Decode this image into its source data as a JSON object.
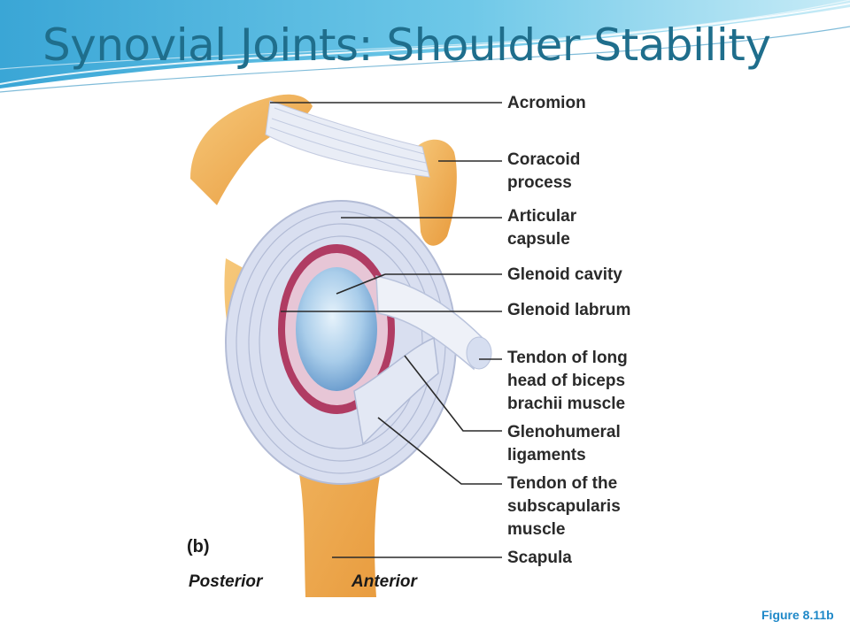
{
  "slide": {
    "title": "Synovial Joints: Shoulder Stability",
    "figure_caption": "Figure 8.11b"
  },
  "figure": {
    "panel_letter": "(b)",
    "views": {
      "posterior": "Posterior",
      "anterior": "Anterior"
    },
    "labels": {
      "acromion": [
        "Acromion"
      ],
      "coracoid": [
        "Coracoid",
        "process"
      ],
      "capsule": [
        "Articular",
        "capsule"
      ],
      "glenoid_cavity": [
        "Glenoid cavity"
      ],
      "glenoid_labrum": [
        "Glenoid labrum"
      ],
      "biceps_tendon": [
        "Tendon of long",
        "head of biceps",
        "brachii muscle"
      ],
      "glenohumeral": [
        "Glenohumeral",
        "ligaments"
      ],
      "subscapularis": [
        "Tendon of the",
        "subscapularis",
        "muscle"
      ],
      "scapula": [
        "Scapula"
      ]
    }
  },
  "colors": {
    "title": "#1f6e8c",
    "caption": "#1e88c8",
    "bone": "#f2b45e",
    "capsule": "#cdd6ea",
    "labrum": "#a8204a",
    "cavity": "#9fc6e8"
  }
}
